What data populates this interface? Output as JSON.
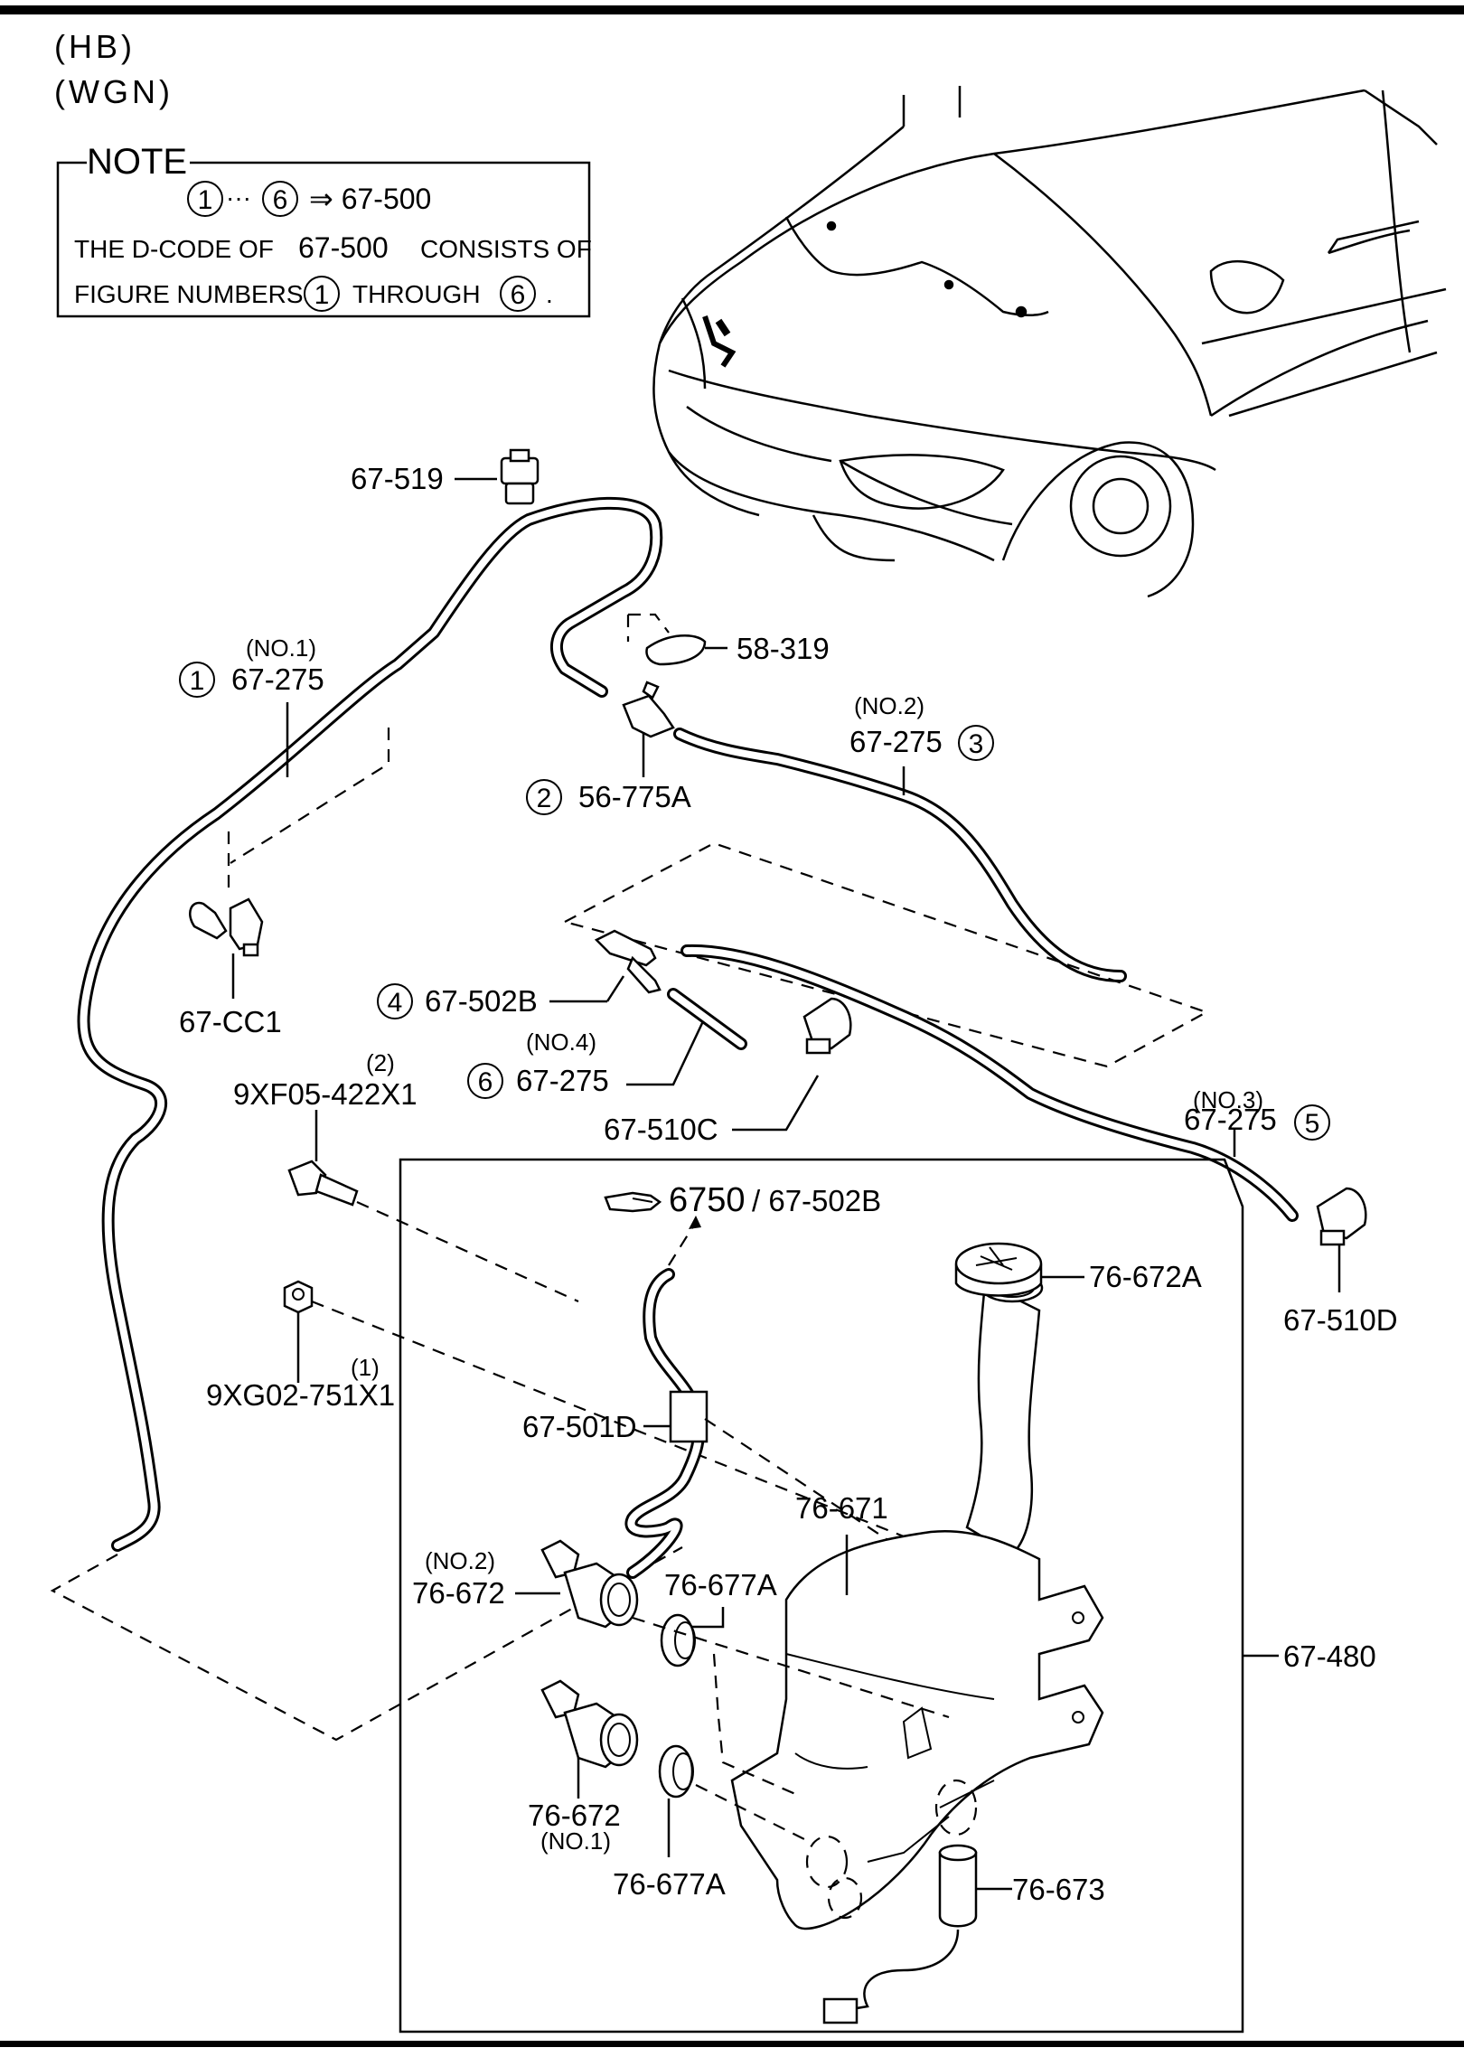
{
  "header": {
    "line1": "(HB)",
    "line2": "(WGN)"
  },
  "note": {
    "title": "NOTE",
    "ref_from": "1",
    "ref_dots": "···",
    "ref_to": "6",
    "ref_arrow": "⇒ 67-500",
    "line2_a": "THE D-CODE OF",
    "line2_code": "67-500",
    "line2_b": "CONSISTS OF",
    "line3_a": "FIGURE NUMBERS",
    "line3_num1": "1",
    "line3_b": "THROUGH",
    "line3_num2": "6",
    "line3_end": "."
  },
  "callouts": {
    "c1": "1",
    "c2": "2",
    "c3": "3",
    "c4": "4",
    "c5": "5",
    "c6": "6"
  },
  "labels": {
    "p67_519": "67-519",
    "p58_319": "58-319",
    "p67_275_no1_qual": "(NO.1)",
    "p67_275_no1": "67-275",
    "p56_775A": "56-775A",
    "p67_275_no2_qual": "(NO.2)",
    "p67_275_no2": "67-275",
    "p67_CC1": "67-CC1",
    "p67_502B": "67-502B",
    "p67_275_no4_qual": "(NO.4)",
    "p67_275_no4": "67-275",
    "p9XF05_qty": "(2)",
    "p9XF05": "9XF05-422X1",
    "p67_510C": "67-510C",
    "p67_275_no3_qual": "(NO.3)",
    "p67_275_no3": "67-275",
    "p67_510D": "67-510D",
    "ref_6750_num": "6750",
    "ref_6750_rest": "/ 67-502B",
    "p76_672A": "76-672A",
    "p9XG02_qty": "(1)",
    "p9XG02": "9XG02-751X1",
    "p67_501D": "67-501D",
    "p76_671": "76-671",
    "p76_672_no2_qual": "(NO.2)",
    "p76_672_no2": "76-672",
    "p76_677A_top": "76-677A",
    "p67_480": "67-480",
    "p76_672_no1": "76-672",
    "p76_672_no1_qual": "(NO.1)",
    "p76_677A_bot": "76-677A",
    "p76_673": "76-673"
  },
  "icons": [
    "pointing-hand-icon"
  ]
}
